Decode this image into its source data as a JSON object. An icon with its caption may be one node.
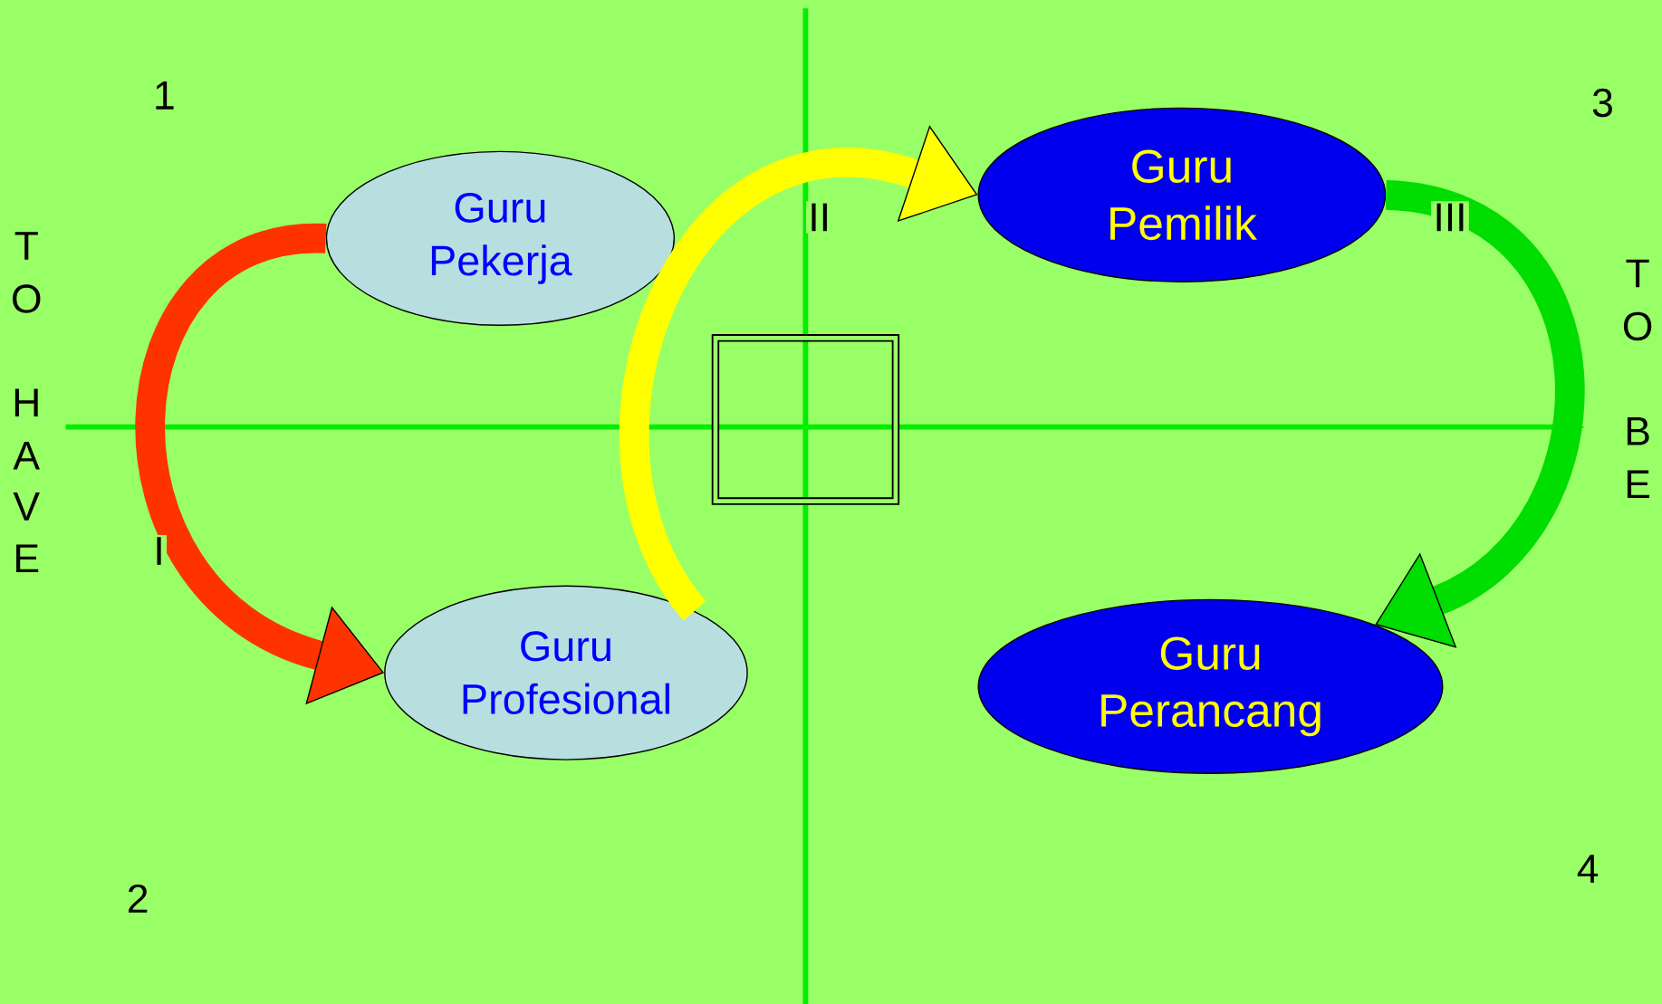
{
  "diagram": {
    "nodes": [
      {
        "text": [
          "Guru Pekerja"
        ]
      },
      {
        "text": [
          "Guru Profesional"
        ]
      },
      {
        "text": [
          "Guru Pemilik"
        ]
      },
      {
        "text": [
          "Guru Perancang"
        ]
      },
      {
        "text": [],
        "shape": "box"
      }
    ],
    "edges": [
      {
        "from": 0,
        "to": 1,
        "arrow": "to",
        "label": "I",
        "color": "#ff3300"
      },
      {
        "from": 1,
        "to": 2,
        "arrow": "to",
        "label": "II",
        "color": "#ffff00"
      },
      {
        "from": 2,
        "to": 3,
        "arrow": "to",
        "label": "III",
        "color": "#00dd00"
      }
    ],
    "labels": [
      "1",
      "3",
      "T",
      "O",
      "H",
      "A",
      "V",
      "E",
      "T",
      "O",
      "B",
      "E",
      "4",
      "2"
    ]
  }
}
